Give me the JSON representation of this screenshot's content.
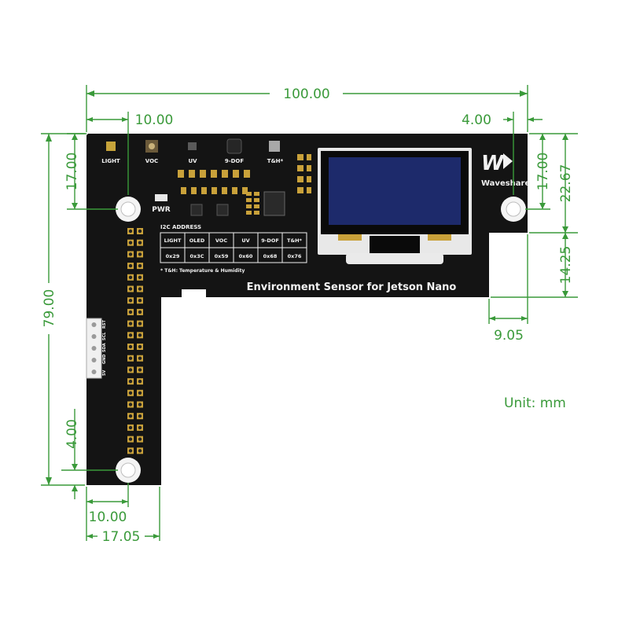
{
  "board": {
    "title": "Environment Sensor for Jetson Nano",
    "brand": "Waveshare",
    "pwr_label": "PWR",
    "sensors": [
      "LIGHT",
      "VOC",
      "UV",
      "9-DOF",
      "T&H*"
    ],
    "i2c_title": "I2C ADDRESS",
    "i2c_headers": [
      "LIGHT",
      "OLED",
      "VOC",
      "UV",
      "9-DOF",
      "T&H*"
    ],
    "i2c_values": [
      "0x29",
      "0x3C",
      "0x59",
      "0x60",
      "0x68",
      "0x76"
    ],
    "footnote": "* T&H: Temperature & Humidity",
    "side_header_labels": [
      "5V",
      "GND",
      "SDA",
      "SCL",
      "RST"
    ]
  },
  "dimensions": {
    "total_width": "100.00",
    "hole_offset_left": "10.00",
    "hole_offset_right": "4.00",
    "top_left_vertical": "17.00",
    "top_right_vertical": "17.00",
    "right_total": "22.67",
    "right_step": "14.25",
    "notch_width": "9.05",
    "left_height": "79.00",
    "bottom_hole_vertical": "4.00",
    "bottom_hole_horizontal": "10.00",
    "leg_width": "17.05"
  },
  "unit_label": "Unit: mm",
  "colors": {
    "dimension": "#3a9a3a",
    "board": "#141414",
    "oled": "#1d2a6b",
    "silkscreen": "#f2f2f2"
  }
}
